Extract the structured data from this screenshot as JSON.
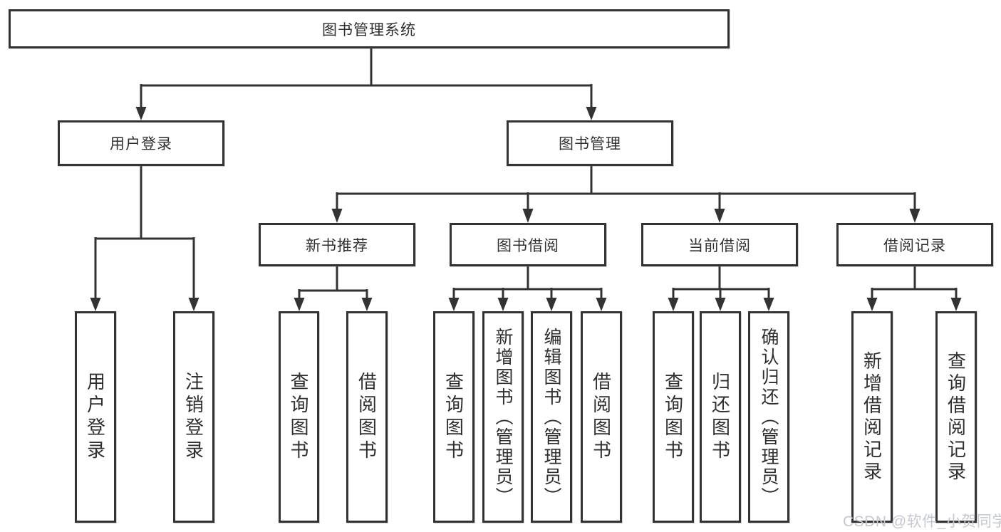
{
  "nodes": {
    "root": "图书管理系统",
    "user_login": "用户登录",
    "book_mgmt": "图书管理",
    "new_books": "新书推荐",
    "book_borrow": "图书借阅",
    "current_borrow": "当前借阅",
    "borrow_records": "借阅记录",
    "user_login_children": [
      "用户登录",
      "注销登录"
    ],
    "new_books_children": [
      "查询图书",
      "借阅图书"
    ],
    "book_borrow_children": [
      "查询图书",
      "新增图书（管理员）",
      "编辑图书（管理员）",
      "借阅图书"
    ],
    "current_borrow_children": [
      "查询图书",
      "归还图书",
      "确认归还（管理员）"
    ],
    "borrow_records_children": [
      "新增借阅记录",
      "查询借阅记录"
    ]
  },
  "watermark": "CSDN @软件_小贺同学",
  "colors": {
    "line": "#333333",
    "text": "#2f2f2f",
    "watermark": "#c5c8d3",
    "background": "#ffffff"
  }
}
